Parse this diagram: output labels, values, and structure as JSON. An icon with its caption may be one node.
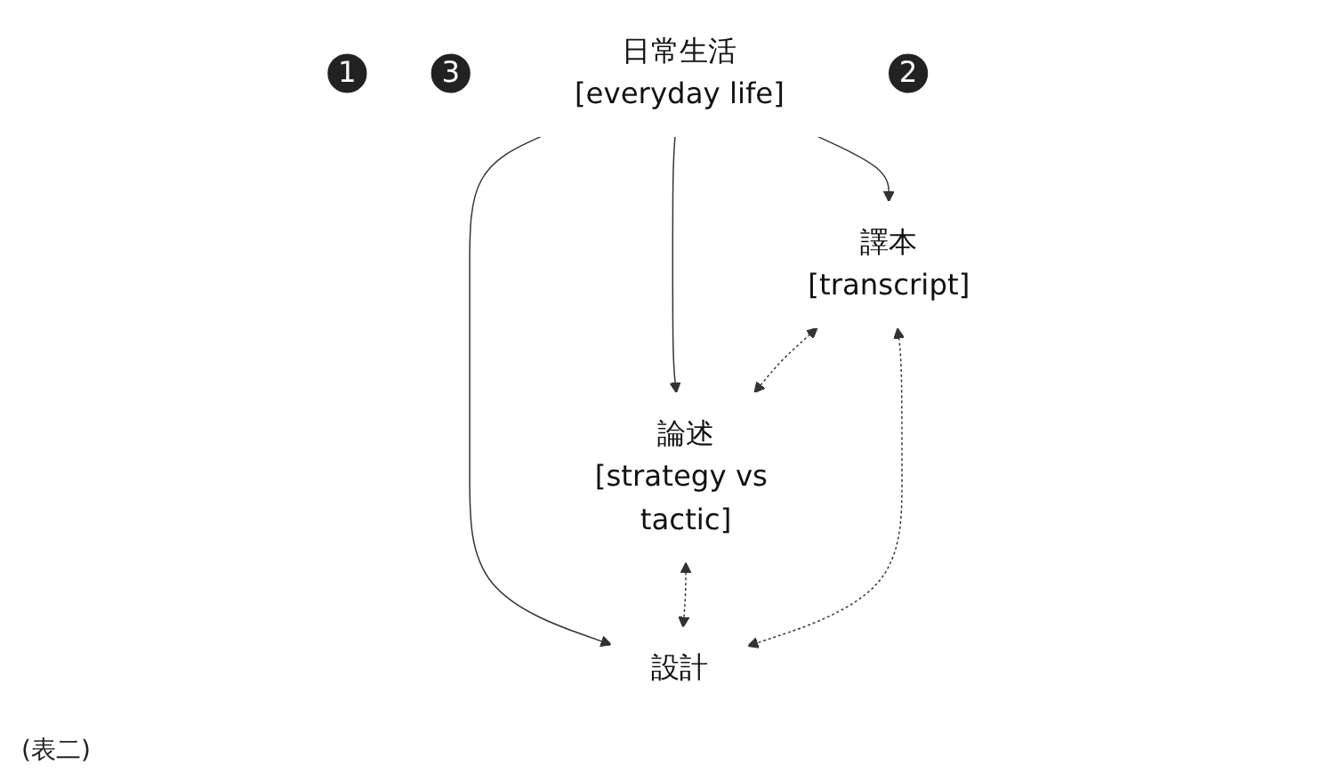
{
  "diagram": {
    "nodes": [
      {
        "text": [
          "論述",
          "[strategy vs tactic]"
        ]
      },
      {
        "text": [
          "1"
        ]
      },
      {
        "text": [
          "3"
        ]
      },
      {
        "text": [
          "日常生活",
          "[everyday life]"
        ]
      },
      {
        "text": [
          "譯本",
          "[transcript]"
        ]
      },
      {
        "text": [
          "設計"
        ]
      },
      {
        "text": [
          "2"
        ]
      }
    ],
    "edges": [
      {
        "from": 3,
        "to": 0,
        "arrow": "to"
      },
      {
        "from": 3,
        "to": 4,
        "arrow": "to"
      },
      {
        "from": 3,
        "to": 5,
        "arrow": "to"
      },
      {
        "from": 4,
        "to": 0,
        "arrow": "both",
        "style": "dashed"
      },
      {
        "from": 0,
        "to": 5,
        "arrow": "both",
        "style": "dashed"
      },
      {
        "from": 4,
        "to": 5,
        "arrow": "both",
        "style": "dashed"
      }
    ],
    "labels": [
      "(表二)"
    ]
  }
}
